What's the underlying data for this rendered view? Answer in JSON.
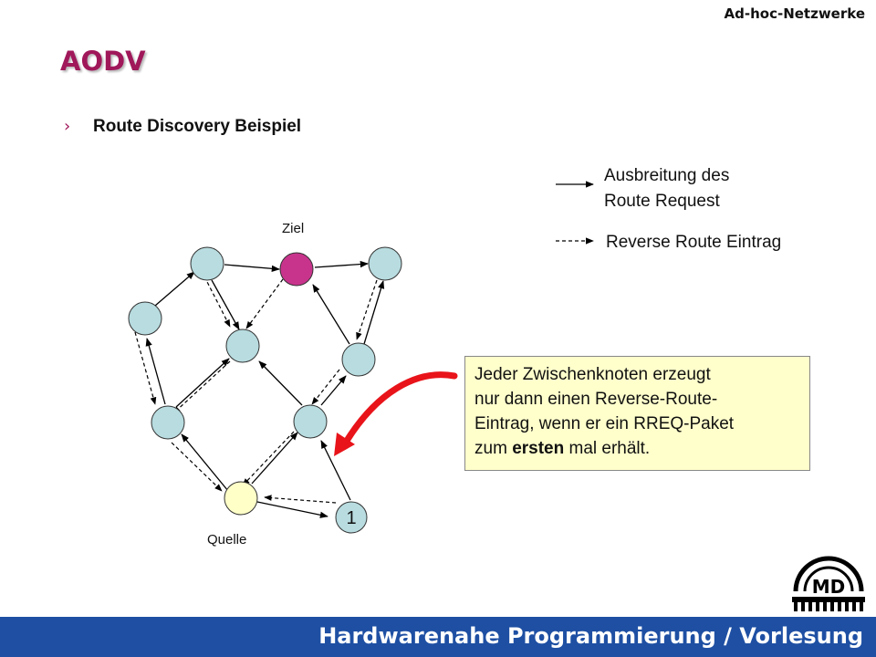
{
  "header": {
    "section": "Ad-hoc-Netzwerke"
  },
  "slide": {
    "title": "AODV",
    "bullet": "Route Discovery Beispiel"
  },
  "legend": {
    "solid_line1": "Ausbreitung des",
    "solid_line2": "Route Request",
    "dashed": "Reverse Route Eintrag"
  },
  "diagram": {
    "label_target": "Ziel",
    "label_source": "Quelle",
    "node_number": "1",
    "colors": {
      "node": "#b8dce0",
      "target": "#c8348c",
      "source": "#ffffc8"
    }
  },
  "note": {
    "line1": "Jeder Zwischenknoten erzeugt",
    "line2": "nur dann einen Reverse-Route-",
    "line3": "Eintrag, wenn er ein RREQ-Paket",
    "line4_a": "zum ",
    "line4_b": "ersten",
    "line4_c": " mal erhält."
  },
  "footer": {
    "title": "Hardwarenahe Programmierung / Vorlesung"
  }
}
